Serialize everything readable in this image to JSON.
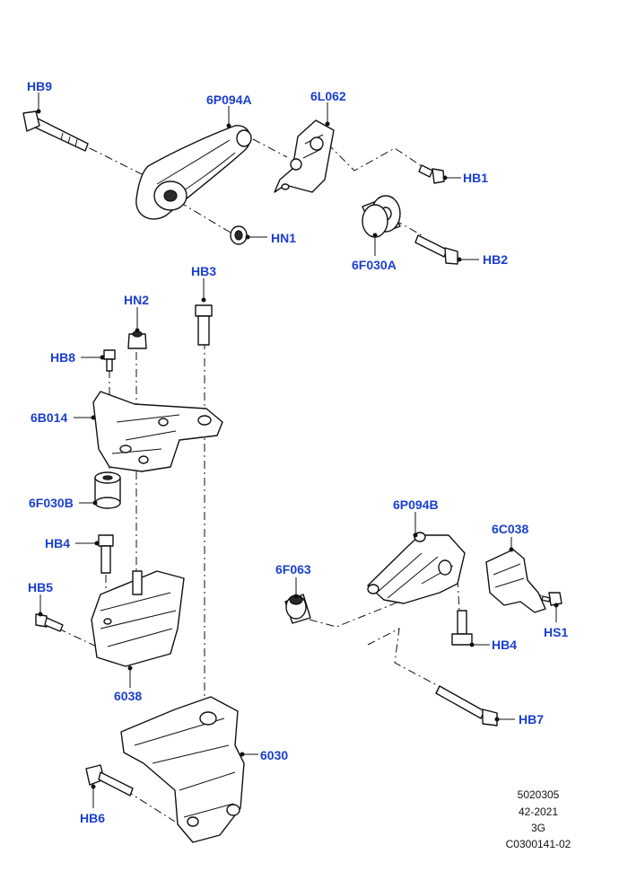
{
  "labels": {
    "hb9": "HB9",
    "p6p094a": "6P094A",
    "p6l062": "6L062",
    "hb1": "HB1",
    "hn1": "HN1",
    "hb2": "HB2",
    "p6f030a": "6F030A",
    "hb3": "HB3",
    "hn2": "HN2",
    "hb8": "HB8",
    "p6b014": "6B014",
    "p6f030b": "6F030B",
    "hb4_left": "HB4",
    "hb5": "HB5",
    "p6038": "6038",
    "p6030": "6030",
    "hb6": "HB6",
    "p6p094b": "6P094B",
    "p6c038": "6C038",
    "p6f063": "6F063",
    "hs1": "HS1",
    "hb4_right": "HB4",
    "hb7": "HB7"
  },
  "reference": {
    "line1": "5020305",
    "line2": "42-2021",
    "line3": "3G",
    "line4": "C0300141-02"
  },
  "colors": {
    "label_blue": "#1a3fd0",
    "line_black": "#111111"
  }
}
